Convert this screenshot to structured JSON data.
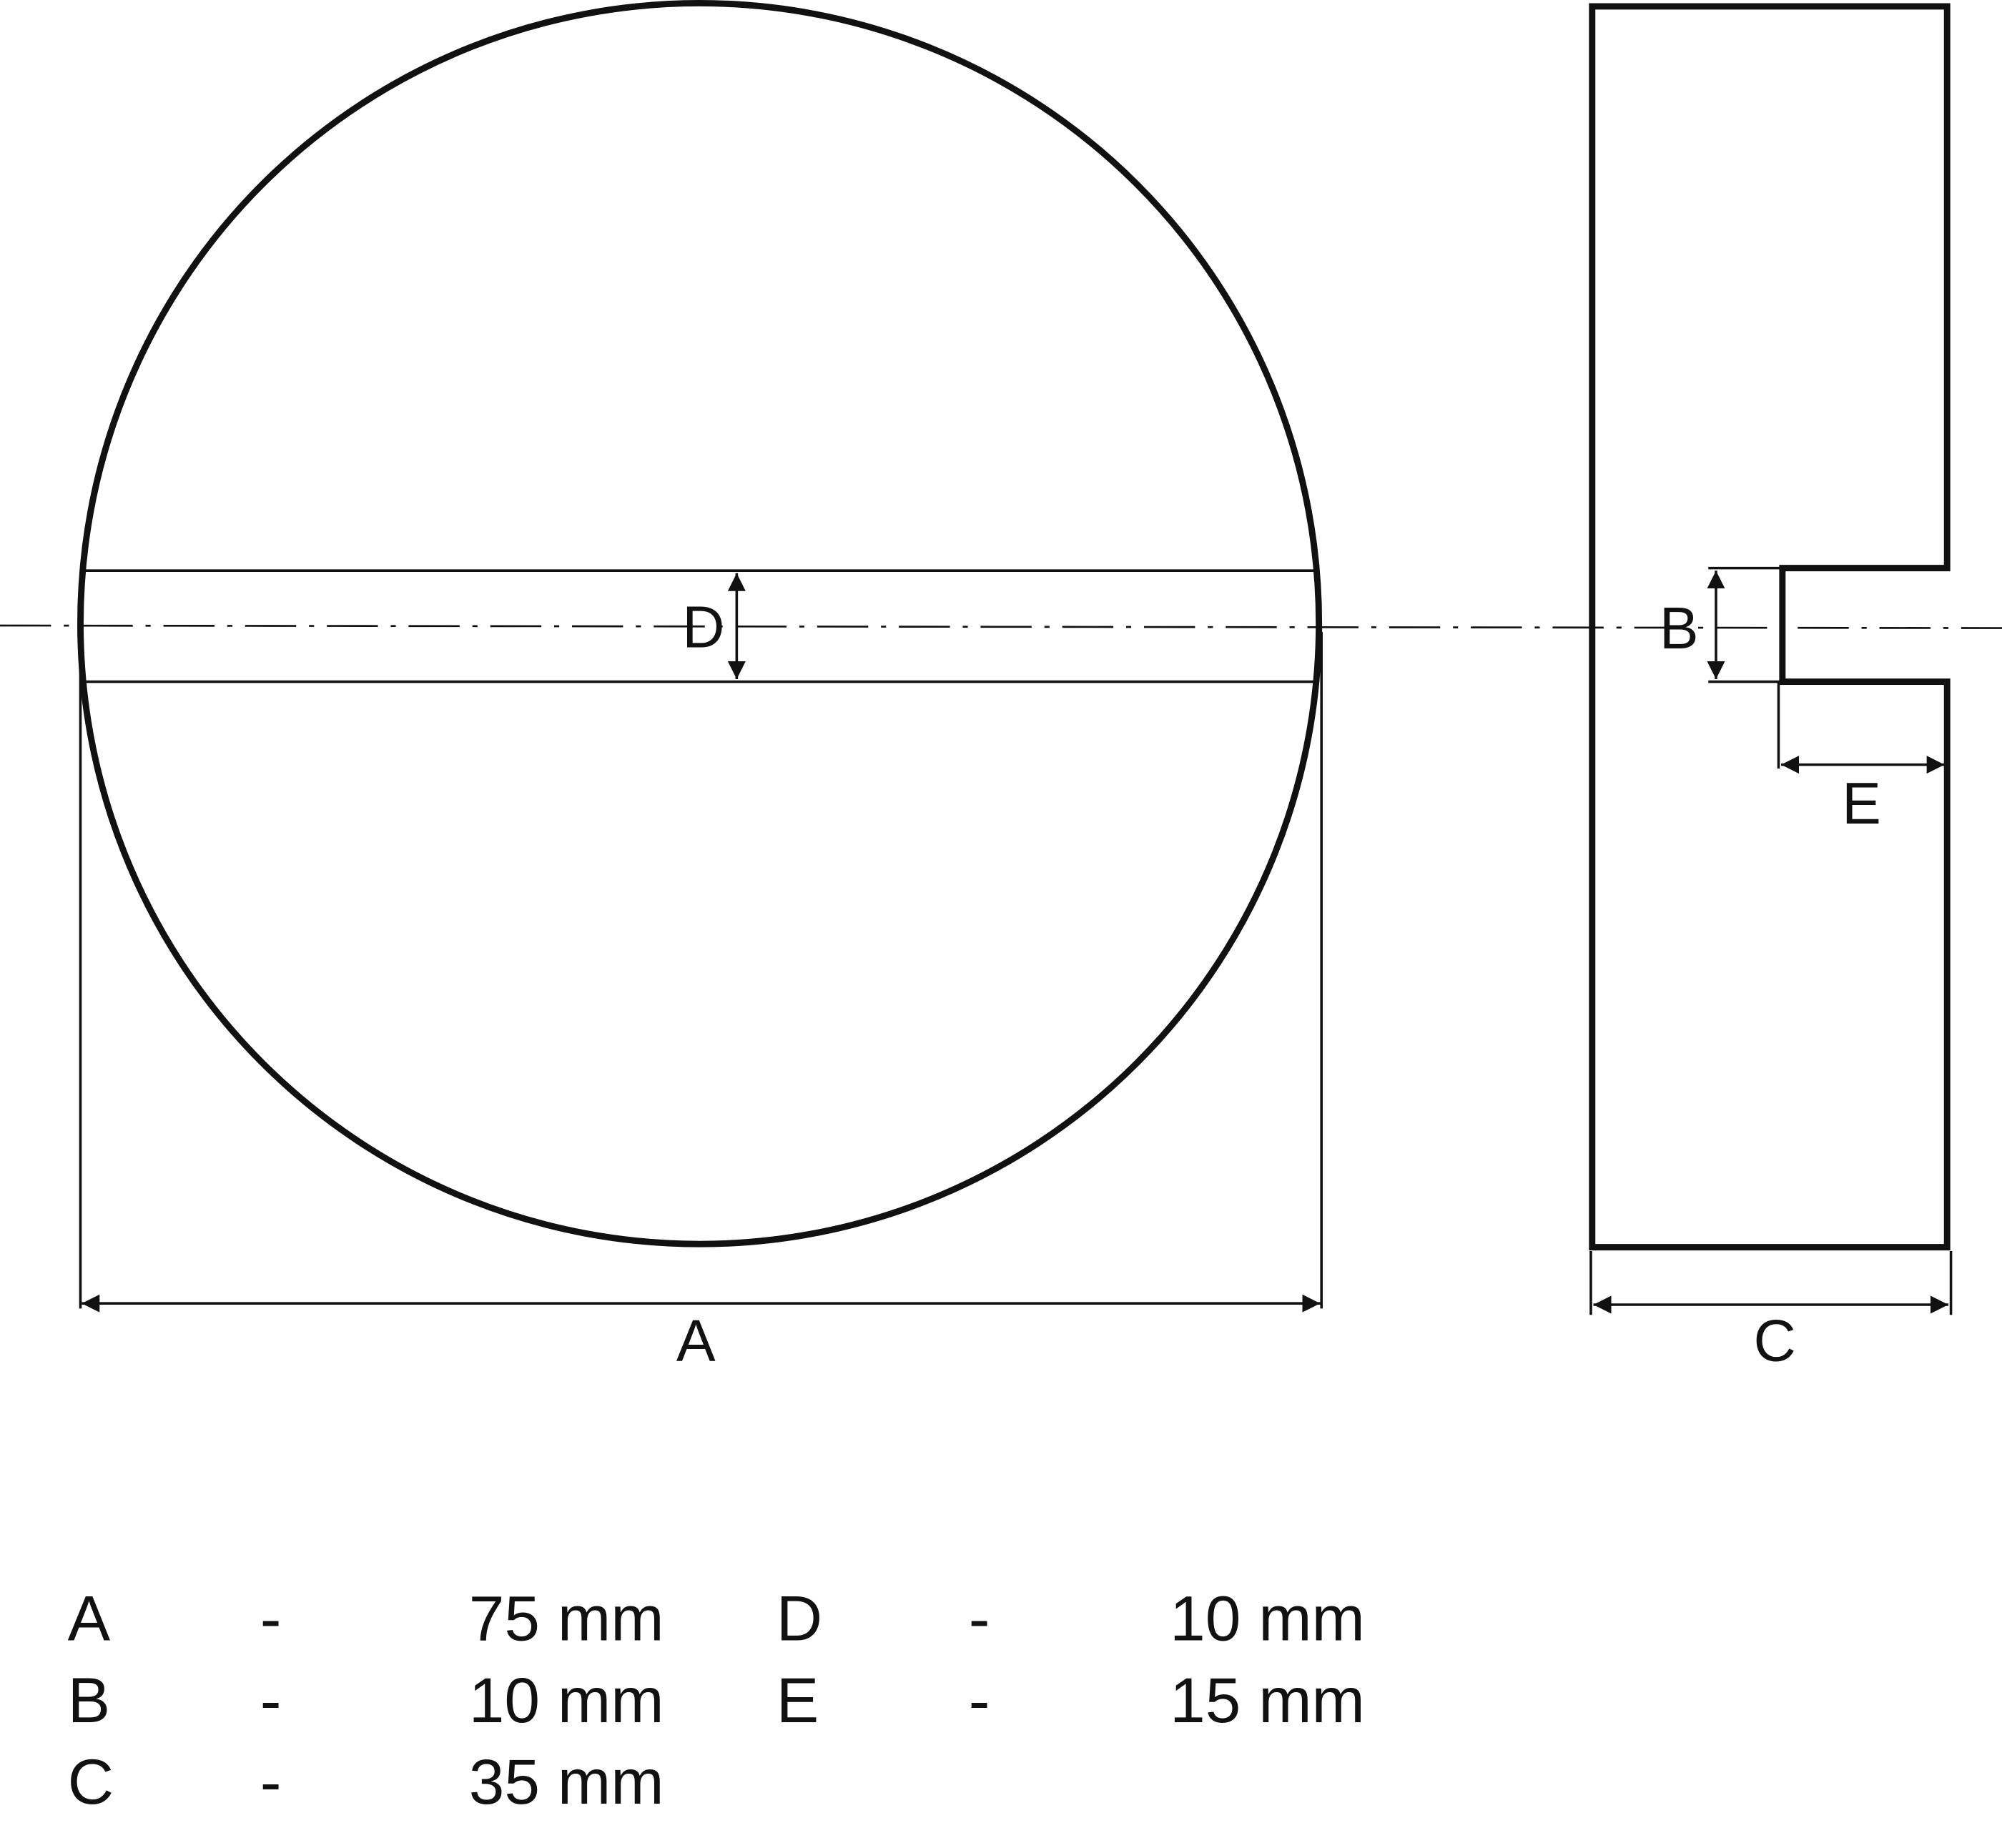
{
  "labels": {
    "A": "A",
    "B": "B",
    "C": "C",
    "D": "D",
    "E": "E"
  },
  "legend": [
    {
      "letter": "A",
      "sep": "-",
      "value": "75 mm"
    },
    {
      "letter": "B",
      "sep": "-",
      "value": "10 mm"
    },
    {
      "letter": "C",
      "sep": "-",
      "value": "35 mm"
    },
    {
      "letter": "D",
      "sep": "-",
      "value": "10 mm"
    },
    {
      "letter": "E",
      "sep": "-",
      "value": "15 mm"
    }
  ]
}
